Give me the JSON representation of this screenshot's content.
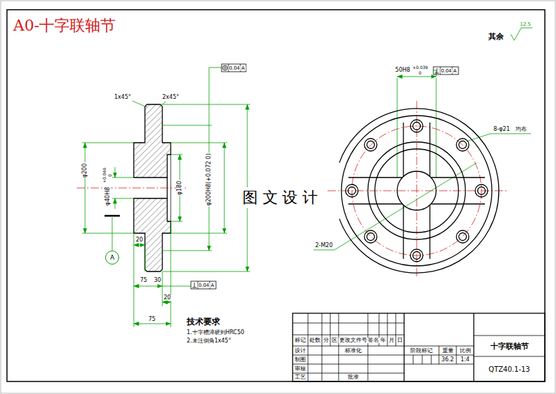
{
  "diagram": {
    "title": "A0-十字联轴节",
    "nodes": [
      {
        "text": [
          "A"
        ]
      }
    ],
    "labels": [
      "其余",
      "12.5",
      "1x45°",
      "2x45°",
      "0.04",
      "A",
      "φ200",
      "φ40H8",
      "+0.046",
      "0",
      "φ180",
      "φ200H8(+0.072 0)",
      "20",
      "75",
      "30",
      "0.04",
      "A",
      "20",
      "75",
      "50H8",
      "+0.039",
      "0",
      "0.04",
      "A",
      "8-φ21",
      "均布",
      "2-M20",
      "图 文 设 计",
      "技术要求",
      "1.十字槽淬硬到HRC50",
      "2.未注倒角1x45°",
      "标记",
      "处数",
      "分",
      "区",
      "更改文件号",
      "签名",
      "年",
      "月",
      "日",
      "设计",
      "标准化",
      "制图",
      "审核",
      "工艺",
      "批准",
      "阶段标记",
      "重量",
      "比例",
      "36.2",
      "1:4",
      "十字联轴节",
      "QTZ40.1-13"
    ]
  }
}
